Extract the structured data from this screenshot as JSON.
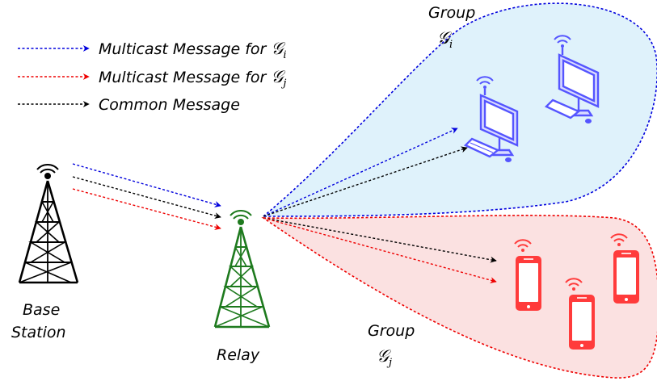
{
  "legend": {
    "items": [
      {
        "prefix": "Multicast Message for ",
        "symbol": "𝒢",
        "subscript": "i",
        "color": "#0000dd"
      },
      {
        "prefix": "Multicast Message for ",
        "symbol": "𝒢",
        "subscript": "j",
        "color": "#ee0000"
      },
      {
        "prefix": "Common Message",
        "symbol": "",
        "subscript": "",
        "color": "#000000"
      }
    ]
  },
  "groups": {
    "gi": {
      "word": "Group",
      "symbol": "𝒢",
      "subscript": "i",
      "border": "#0000dd",
      "fill": "#dff2fb"
    },
    "gj": {
      "word": "Group",
      "symbol": "𝒢",
      "subscript": "j",
      "border": "#ee0000",
      "fill": "#fbe1e1"
    }
  },
  "nodes": {
    "base_station": {
      "line1": "Base",
      "line2": "Station",
      "color": "#000000"
    },
    "relay": {
      "label": "Relay",
      "color": "#1e7a1e"
    }
  },
  "device_colors": {
    "computer": "#5555ff",
    "phone": "#ff3b3b"
  }
}
